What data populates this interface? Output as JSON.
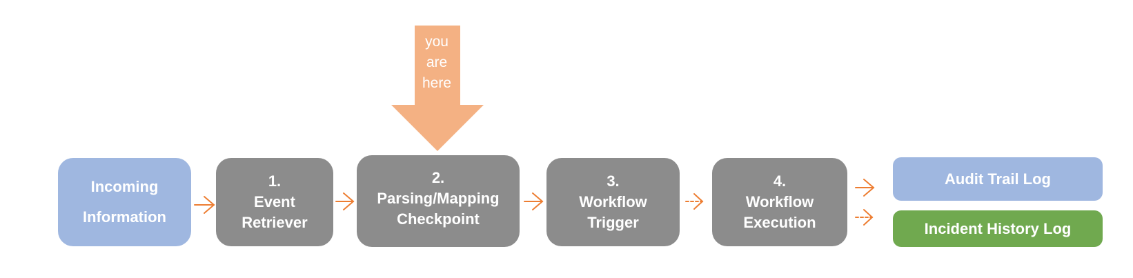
{
  "pointer": {
    "lines": [
      "you",
      "are",
      "here"
    ]
  },
  "stages": {
    "incoming": {
      "lines": [
        "Incoming",
        "Information"
      ]
    },
    "s1": {
      "lines": [
        "1.",
        "Event",
        "Retriever"
      ]
    },
    "s2": {
      "lines": [
        "2.",
        "Parsing/Mapping",
        "Checkpoint"
      ]
    },
    "s3": {
      "lines": [
        "3.",
        "Workflow",
        "Trigger"
      ]
    },
    "s4": {
      "lines": [
        "4.",
        "Workflow",
        "Execution"
      ]
    }
  },
  "logs": {
    "audit": "Audit Trail Log",
    "incident": "Incident History Log"
  },
  "colors": {
    "input_box": "#9fb7e0",
    "stage_box": "#8c8c8c",
    "audit_box": "#9fb7e0",
    "incident_box": "#70a94f",
    "arrow": "#ed7d31",
    "pointer": "#f4b183"
  }
}
